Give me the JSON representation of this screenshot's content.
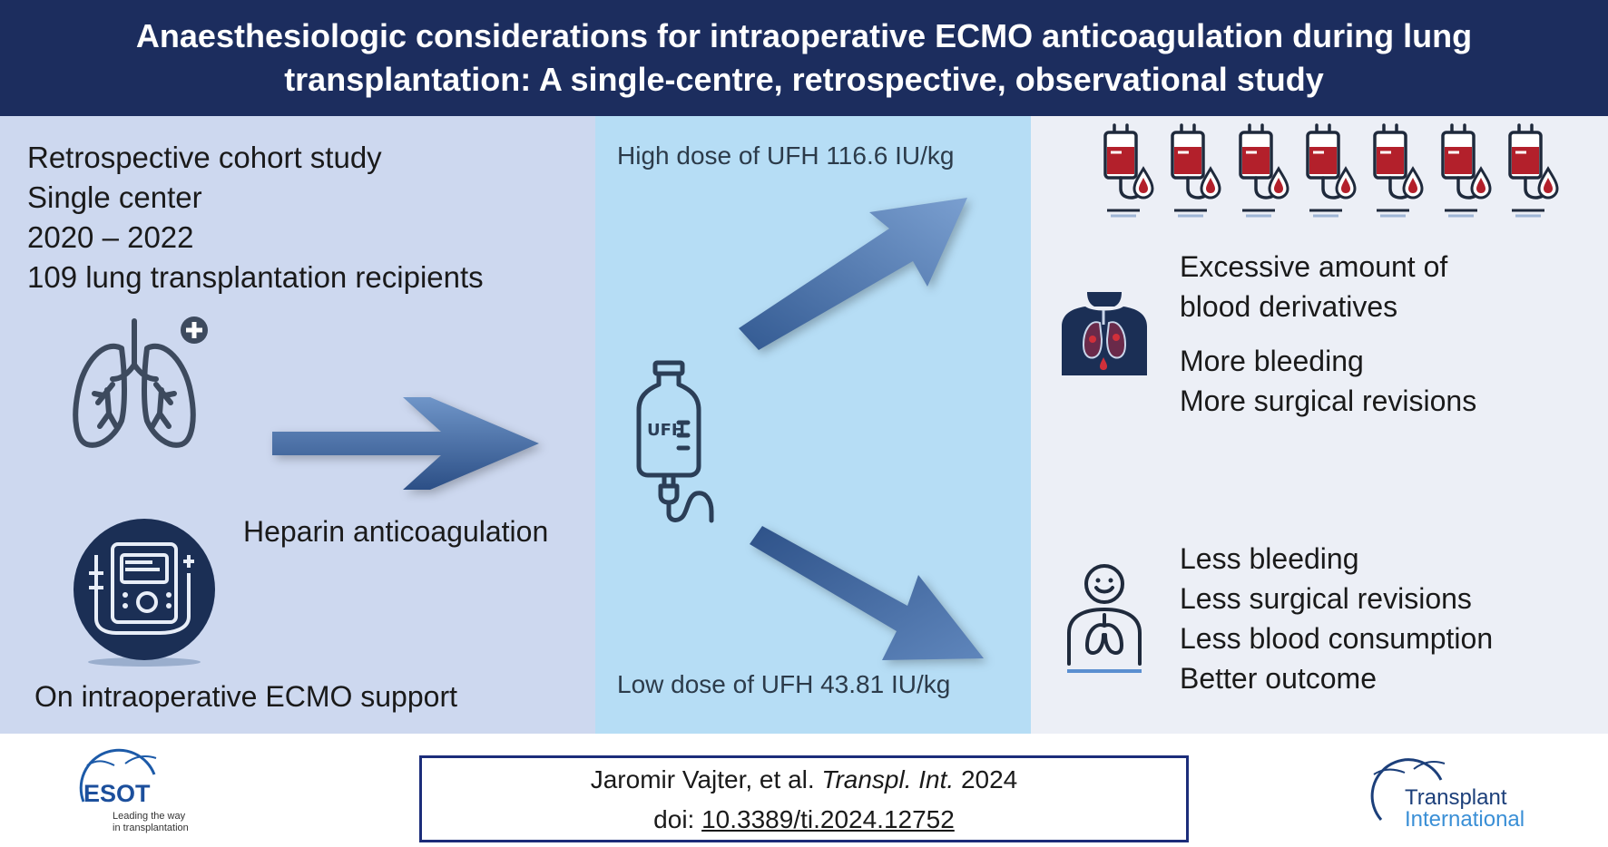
{
  "header": {
    "title": "Anaesthesiologic considerations for intraoperative ECMO anticoagulation during lung transplantation: A single-centre, retrospective, observational study"
  },
  "study": {
    "lines": [
      "Retrospective cohort study",
      "Single center",
      "2020 – 2022",
      "109 lung transplantation recipients"
    ],
    "heparin_label": "Heparin anticoagulation",
    "ecmo_label": "On intraoperative ECMO support"
  },
  "doses": {
    "high": "High dose of UFH 116.6 IU/kg",
    "low": "Low dose of UFH 43.81 IU/kg",
    "bag_label": "UFH"
  },
  "outcomes": {
    "high": [
      "Excessive amount of",
      "blood derivatives",
      "More bleeding",
      "More surgical revisions"
    ],
    "low": [
      "Less bleeding",
      "Less surgical revisions",
      "Less blood consumption",
      "Better outcome"
    ]
  },
  "footer": {
    "authors": "Jaromir Vajter, et al.",
    "journal": "Transpl. Int.",
    "year": "2024",
    "doi_prefix": "doi:",
    "doi": "10.3389/ti.2024.12752",
    "esot_name": "ESOT",
    "esot_tagline_1": "Leading the way",
    "esot_tagline_2": "in transplantation",
    "ti_name_1": "Transplant",
    "ti_name_2": "International"
  },
  "colors": {
    "header_bg": "#1c2d5e",
    "left_panel": "#cdd8ef",
    "middle_panel": "#b6ddf5",
    "right_panel": "#eceff6",
    "arrow_blue": "#3f679e",
    "icon_navy": "#1b2f55",
    "blood_red": "#b3202b"
  },
  "icons": [
    "lungs-icon",
    "ecmo-machine-icon",
    "heparin-bag-icon",
    "blood-bag-icon",
    "bleeding-chest-icon",
    "happy-patient-icon"
  ]
}
